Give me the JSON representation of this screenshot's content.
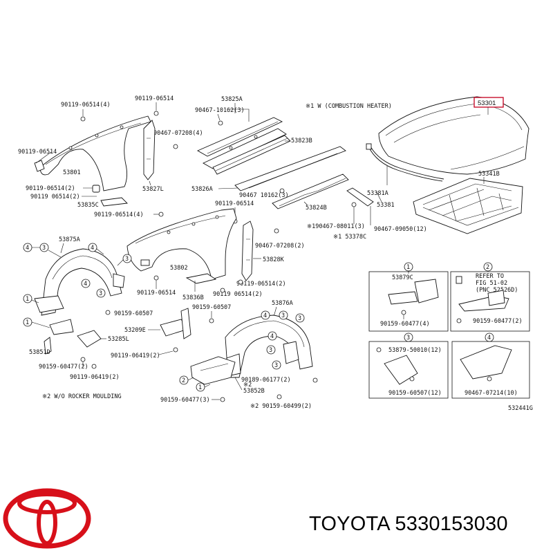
{
  "brand": {
    "name": "TOYOTA",
    "part_number": "5330153030",
    "logo_color": "#d7101a",
    "highlight_color": "#c8102e"
  },
  "notes": {
    "combustion_heater": "※1 W (COMBUSTION HEATER)",
    "rocker_moulding": "※2 W/O ROCKER MOULDING",
    "fig_code": "532441G"
  },
  "labels": {
    "hood": "53301",
    "hood_seal_1": "53381A",
    "hood_seal_2": "53381",
    "hood_lock_support": "53341B",
    "panel_53825A": "53825A",
    "panel_53823B": "53823B",
    "panel_53826A": "53826A",
    "panel_53824B": "53824B",
    "part_53378C": "※1 53378C",
    "p_90467_10162_a": "90467-10162(3)",
    "p_90467_10162_b": "90467 10162(3)",
    "p_190467_08011": "※190467-08011(3)",
    "p_90467_09050": "90467-09050(12)",
    "fender_l": "53801",
    "fender_r": "53802",
    "p_90119_06514_4a": "90119-06514(4)",
    "p_90119_06514_t": "90119-06514",
    "p_90467_07208_4": "90467-07208(4)",
    "p_90119_06514_l": "90119-06514",
    "p_90119_06514_2a": "90119-06514(2)",
    "p_90119_06514_2b": "90119 06514(2)",
    "part_53827L": "53827L",
    "part_53835C": "53835C",
    "p_90119_06514_4b": "90119-06514(4)",
    "p_90119_06514_m": "90119-06514",
    "p_90467_07208_2": "90467-07208(2)",
    "part_53828K": "53828K",
    "p_90119_06514_2c": "90119-06514(2)",
    "p_90119_06514_b": "90119-06514",
    "part_53836B": "53836B",
    "p_90119_06514_2d": "90119 06514(2)",
    "liner_l": "53875A",
    "liner_r": "53876A",
    "p_90159_60507_a": "90159-60507",
    "p_90159_60507_b": "90159-60507",
    "part_53209E": "53209E",
    "part_53285L": "53285L",
    "part_53851D": "53851D",
    "p_90159_60477_2": "90159-60477(2)",
    "p_90119_06419_2a": "90119-06419(2)",
    "p_90119_06419_2b": "90119-06419(2)",
    "p_90189_06177_2": "90189-06177(2)",
    "part_53852B": "53852B",
    "p_90159_60477_3": "90159-60477(3)",
    "p_90159_60499_2": "※2 90159-60499(2)",
    "star2": "※2",
    "d1_part": "53879C",
    "d1_fast": "90159-60477(4)",
    "d2_note_1": "REFER TO",
    "d2_note_2": "FIG 51-02",
    "d2_note_3": "(PNC 52526D)",
    "d2_fast": "90159-60477(2)",
    "d3_part": "53879-50010(12)",
    "d3_fast": "90159-60507(12)",
    "d4_fast": "90467-07214(10)"
  },
  "callouts": {
    "c1": "1",
    "c2": "2",
    "c3": "3",
    "c4": "4"
  }
}
